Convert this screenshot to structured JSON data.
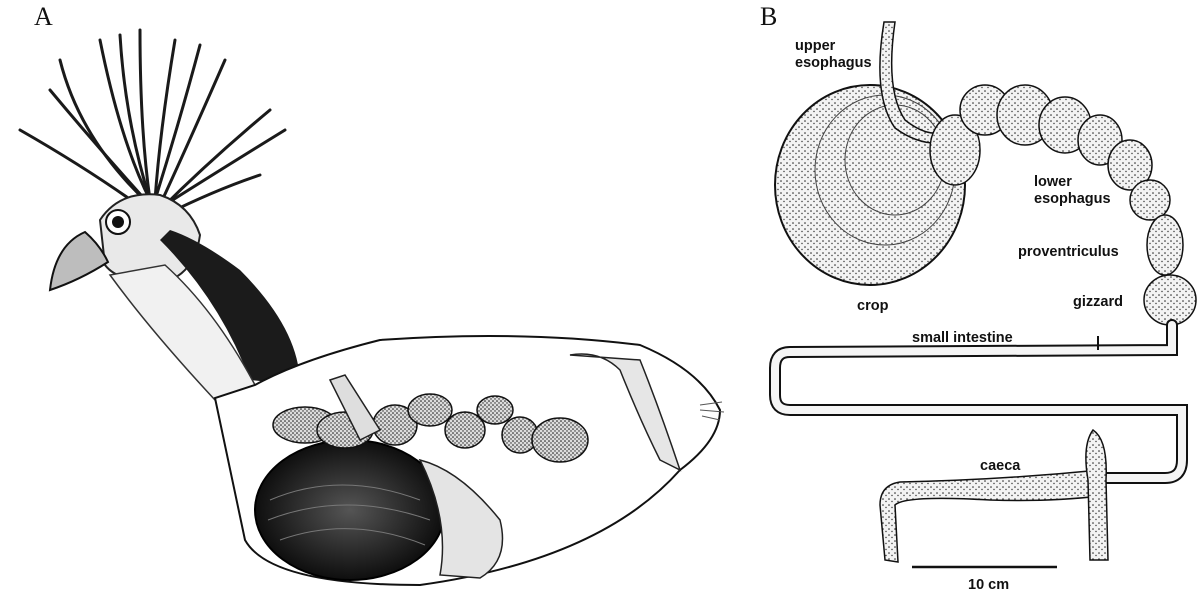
{
  "panels": {
    "a": {
      "letter": "A"
    },
    "b": {
      "letter": "B"
    }
  },
  "labels": {
    "upper_esophagus": [
      "upper",
      "esophagus"
    ],
    "lower_esophagus": [
      "lower",
      "esophagus"
    ],
    "proventriculus": "proventriculus",
    "crop": "crop",
    "gizzard": "gizzard",
    "small_intestine": "small intestine",
    "caeca": "caeca"
  },
  "scale_bar": {
    "label": "10 cm"
  }
}
